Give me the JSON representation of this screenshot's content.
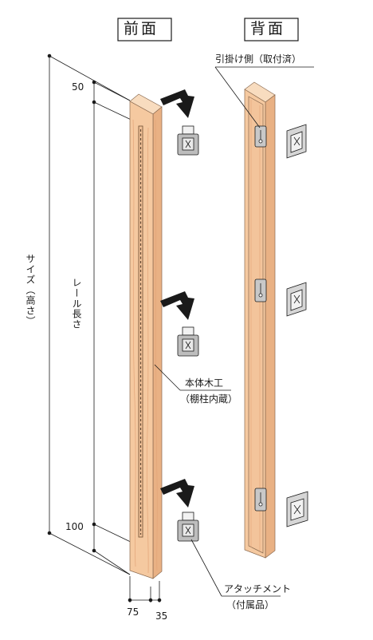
{
  "views": {
    "front_label": "前面",
    "back_label": "背面"
  },
  "dimensions": {
    "top_offset": "50",
    "bottom_offset": "100",
    "overall_height": "サイズ（高さ）",
    "rail_length": "レール長さ",
    "width": "75",
    "depth": "35"
  },
  "callouts": {
    "hook_side": "引掛け側（取付済）",
    "body_line1": "本体木工",
    "body_line2": "（棚柱内蔵）",
    "attachment_line1": "アタッチメント",
    "attachment_line2": "（付属品）"
  },
  "colors": {
    "wood": "#f5c9a0",
    "wood_side": "#e9b184",
    "wood_top": "#f8dcbf",
    "wood_grain": "#e2a478",
    "rail": "#7a5a3c",
    "metal": "#b9b9b9",
    "line": "#1a1a1a",
    "arrow": "#1a1a1a"
  }
}
